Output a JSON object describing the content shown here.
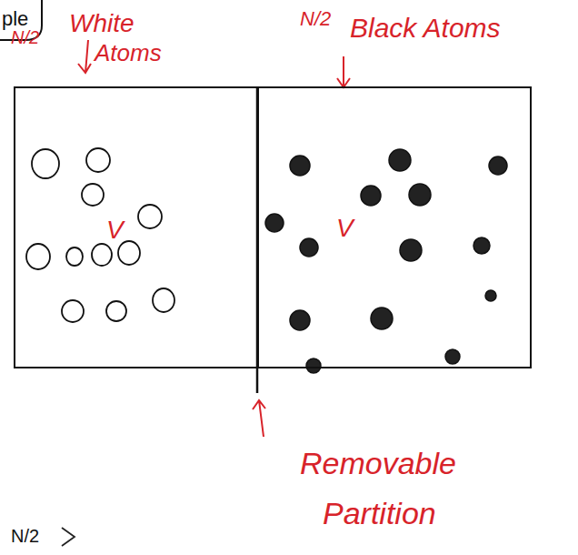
{
  "diagram": {
    "nodes": [
      {
        "text": [
          "V"
        ]
      },
      {
        "text": [
          "V"
        ]
      }
    ],
    "labels": [
      "ple",
      "N/2",
      "White",
      "Atoms",
      "N/2",
      "Black Atoms",
      "Removable",
      "Partition",
      "N/2"
    ]
  }
}
